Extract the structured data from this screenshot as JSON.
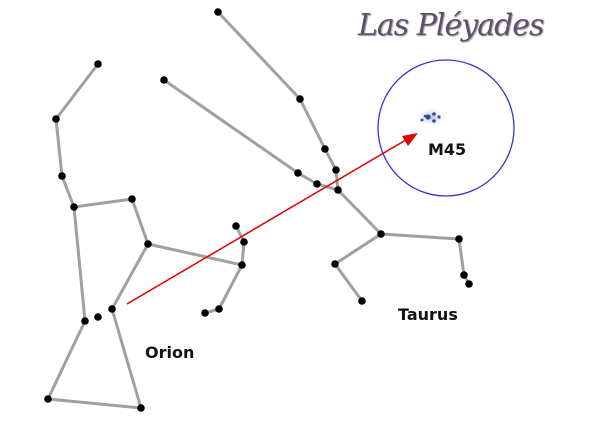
{
  "title": "Las Pléyades",
  "labels": {
    "orion": "Orion",
    "taurus": "Taurus",
    "m45": "M45"
  },
  "colors": {
    "line": "#a0a0a0",
    "star": "#000000",
    "arrow": "#e00000",
    "circle": "#3333cc",
    "cluster": "#3a4a9a"
  }
}
